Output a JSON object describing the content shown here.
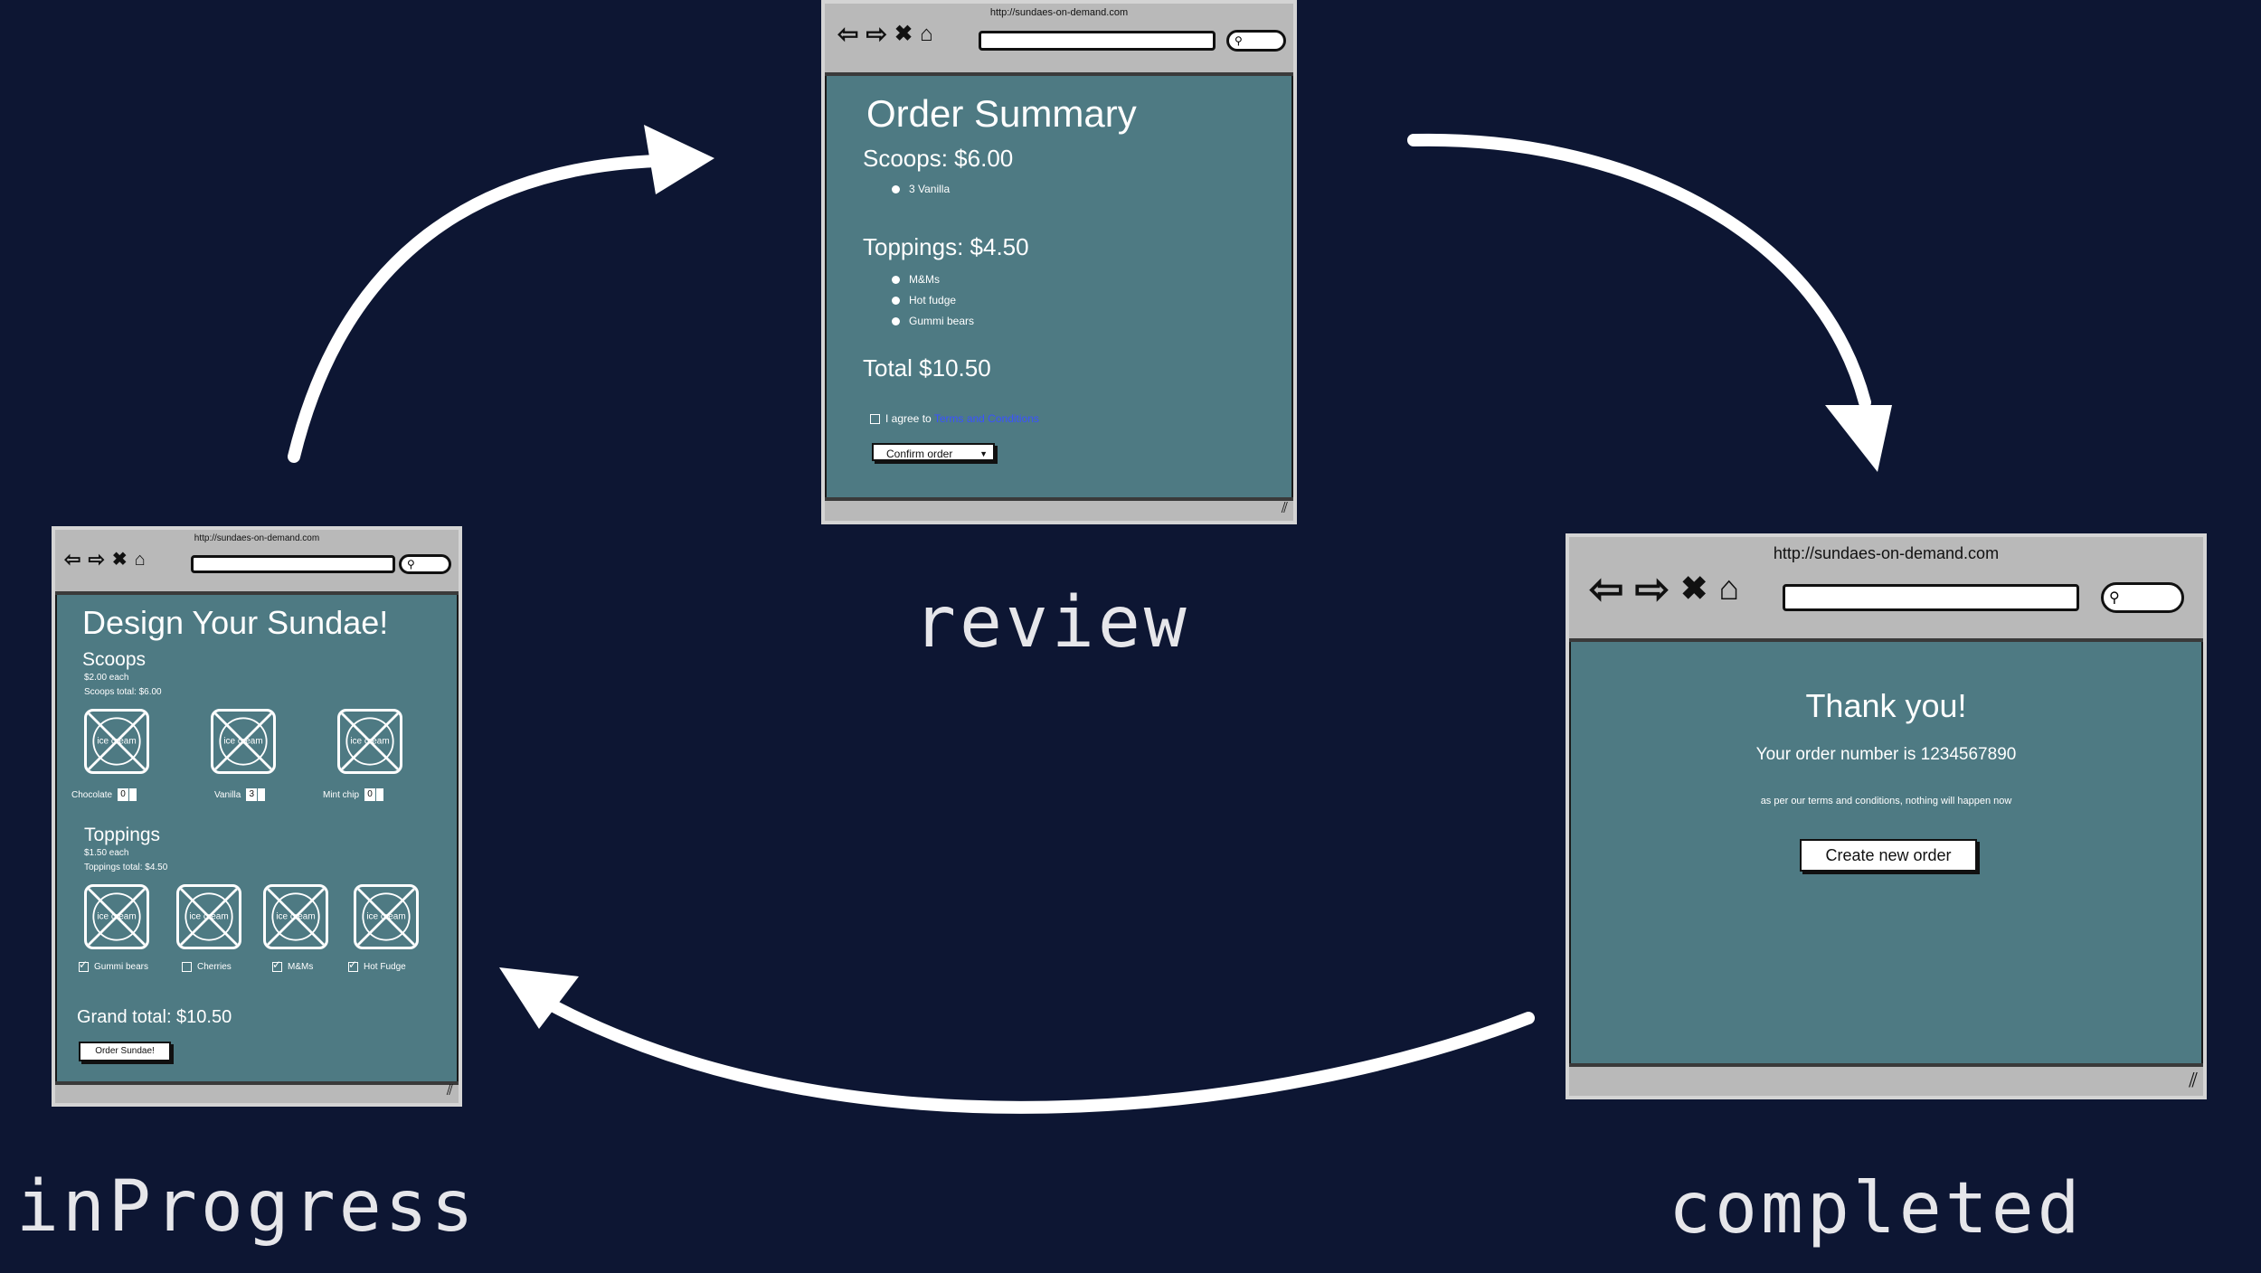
{
  "stages": {
    "in_progress": "inProgress",
    "review": "review",
    "completed": "completed"
  },
  "browser": {
    "url": "http://sundaes-on-demand.com"
  },
  "in_progress_screen": {
    "title": "Design Your Sundae!",
    "scoops": {
      "heading": "Scoops",
      "price_each": "$2.00 each",
      "total": "Scoops total: $6.00",
      "image_label": "ice cream",
      "items": [
        {
          "name": "Chocolate",
          "qty": "0"
        },
        {
          "name": "Vanilla",
          "qty": "3"
        },
        {
          "name": "Mint chip",
          "qty": "0"
        }
      ]
    },
    "toppings": {
      "heading": "Toppings",
      "price_each": "$1.50 each",
      "total": "Toppings total: $4.50",
      "image_label": "ice cream",
      "items": [
        {
          "name": "Gummi bears",
          "checked": true
        },
        {
          "name": "Cherries",
          "checked": false
        },
        {
          "name": "M&Ms",
          "checked": true
        },
        {
          "name": "Hot Fudge",
          "checked": true
        }
      ]
    },
    "grand_total": "Grand total: $10.50",
    "order_button": "Order Sundae!"
  },
  "review_screen": {
    "title": "Order Summary",
    "scoops_heading": "Scoops: $6.00",
    "scoop_items": [
      "3 Vanilla"
    ],
    "toppings_heading": "Toppings: $4.50",
    "topping_items": [
      "M&Ms",
      "Hot fudge",
      "Gummi bears"
    ],
    "total": "Total $10.50",
    "agree_prefix": "I agree to",
    "terms_link": "Terms and Conditions",
    "confirm_button": "Confirm order"
  },
  "completed_screen": {
    "title": "Thank you!",
    "order_number": "Your order number is 1234567890",
    "note": "as per our terms and conditions, nothing will happen now",
    "new_order_button": "Create new order"
  }
}
